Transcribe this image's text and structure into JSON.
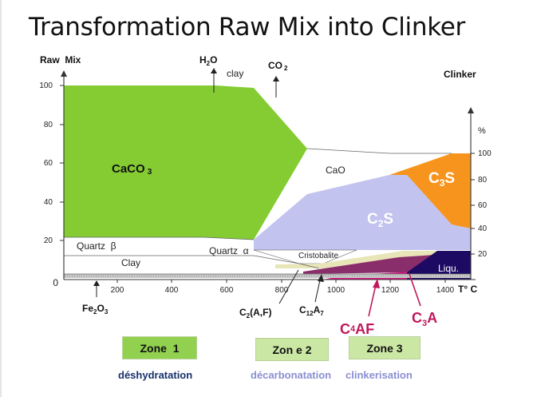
{
  "title": "Transformation Raw Mix into Clinker",
  "axes": {
    "left_label": "Raw  Mix",
    "right_label": "Clinker",
    "right_unit": "%",
    "left_ticks": [
      "0",
      "20",
      "40",
      "60",
      "80",
      "100"
    ],
    "right_ticks": [
      "20",
      "40",
      "60",
      "80",
      "100"
    ],
    "x_ticks": [
      "200",
      "400",
      "600",
      "800",
      "1000",
      "1200",
      "1400"
    ],
    "x_unit": "T° C"
  },
  "regions": {
    "caco3": {
      "main": "CaCO",
      "sub": "3",
      "color": "#84cc32"
    },
    "cao": {
      "label": "CaO"
    },
    "c2s": {
      "main": "C",
      "sub": "2",
      "tail": "S",
      "color": "#c2c3ee"
    },
    "c3s": {
      "main": "C",
      "sub": "3",
      "tail": "S",
      "color": "#f7941d"
    },
    "liquid": {
      "label": "Liqu.",
      "color": "#1d0a63"
    },
    "quartz_beta": {
      "label": "Quartz  β"
    },
    "quartz_alpha": {
      "label": "Quartz  α"
    },
    "cristobalite": {
      "label": "Cristobalite"
    },
    "clay": {
      "label": "Clay"
    }
  },
  "species": {
    "h2o": {
      "main": "H",
      "sub": "2",
      "tail": "O"
    },
    "clay_top": "clay",
    "co2": {
      "main": "CO",
      "sub": "2"
    },
    "fe2o3": {
      "a": "Fe",
      "s1": "2",
      "b": "O",
      "s2": "3"
    },
    "c2af": {
      "a": "C",
      "s1": "2",
      "b": "(A,F)"
    },
    "c12a7": {
      "a": "C",
      "s1": "12",
      "b": "A",
      "s2": "7"
    },
    "c4af": {
      "a": "C",
      "s1": "4",
      "b": "AF",
      "color": "#c0185b"
    },
    "c3a": {
      "a": "C",
      "s1": "3",
      "b": "A",
      "color": "#c0185b"
    }
  },
  "zones": [
    {
      "label": "Zone  1",
      "color": "#92d050",
      "phase": "déshydratation",
      "phase_color": "#17306b"
    },
    {
      "label": "Zon e 2",
      "color": "#cbe7a4",
      "phase": "décarbonatation",
      "phase_color": "#8a8fd0"
    },
    {
      "label": "Zone 3",
      "color": "#cbe7a4",
      "phase": "clinkerisation",
      "phase_color": "#8a8fd0"
    }
  ]
}
